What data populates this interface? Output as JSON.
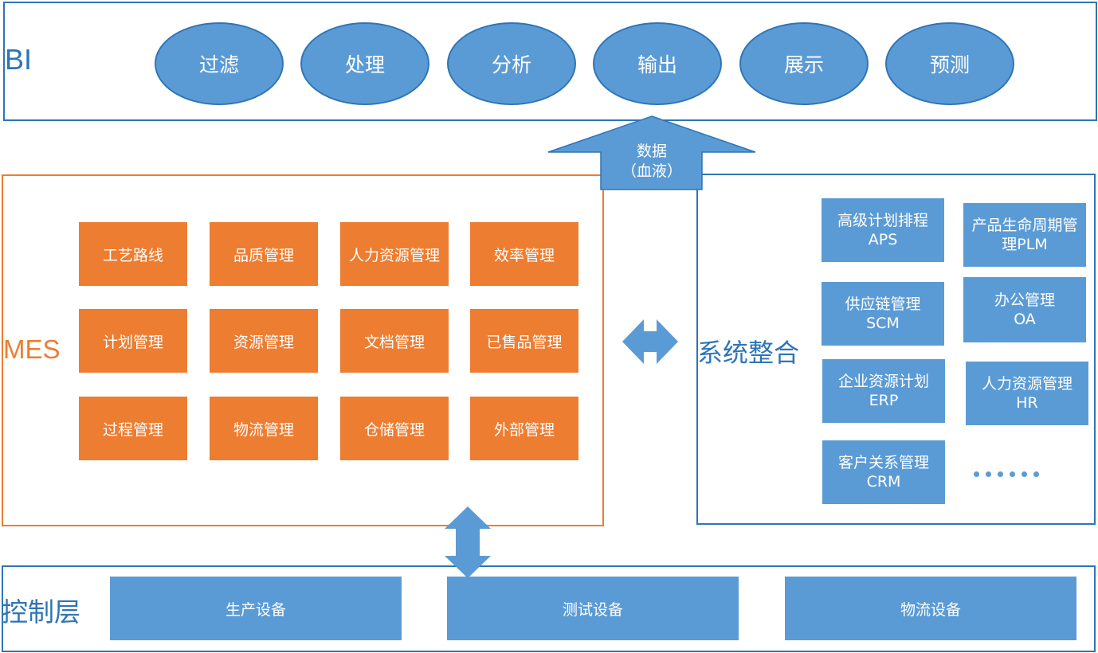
{
  "bi": {
    "title": "BI",
    "steps": [
      "过滤",
      "处理",
      "分析",
      "输出",
      "展示",
      "预测"
    ]
  },
  "data_arrow": {
    "line1": "数据",
    "line2": "（血液）"
  },
  "mes": {
    "title": "MES",
    "modules": [
      [
        "工艺路线",
        "品质管理",
        "人力资源管理",
        "效率管理"
      ],
      [
        "计划管理",
        "资源管理",
        "文档管理",
        "已售品管理"
      ],
      [
        "过程管理",
        "物流管理",
        "仓储管理",
        "外部管理"
      ]
    ]
  },
  "integration": {
    "title": "系统整合",
    "systems": [
      {
        "name": "高级计划排程",
        "abbr": "APS"
      },
      {
        "name": "产品生命周期管理",
        "abbr": "PLM",
        "name_line1": "产品生命周期管",
        "name_line2": "理PLM"
      },
      {
        "name": "供应链管理",
        "abbr": "SCM"
      },
      {
        "name": "办公管理",
        "abbr": "OA"
      },
      {
        "name": "企业资源计划",
        "abbr": "ERP"
      },
      {
        "name": "人力资源管理",
        "abbr": "HR"
      },
      {
        "name": "客户关系管理",
        "abbr": "CRM"
      }
    ],
    "more": "……"
  },
  "control": {
    "title": "控制层",
    "devices": [
      "生产设备",
      "测试设备",
      "物流设备"
    ]
  },
  "colors": {
    "blue": "#5b9bd5",
    "blue_dark": "#2e75b6",
    "orange": "#ed7d31"
  }
}
